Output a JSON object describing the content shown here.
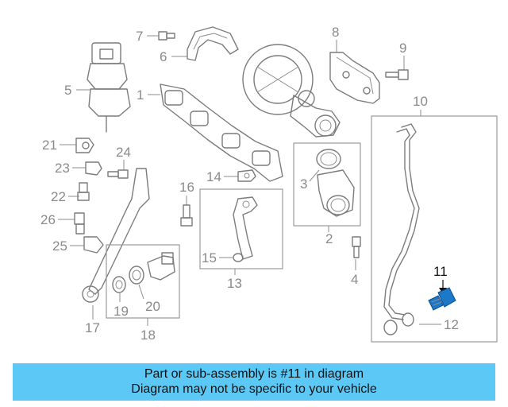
{
  "callouts": {
    "n1": "1",
    "n2": "2",
    "n3": "3",
    "n4": "4",
    "n5": "5",
    "n6": "6",
    "n7": "7",
    "n8": "8",
    "n9": "9",
    "n10": "10",
    "n11": "11",
    "n12": "12",
    "n13": "13",
    "n14": "14",
    "n15": "15",
    "n16": "16",
    "n17": "17",
    "n18": "18",
    "n19": "19",
    "n20": "20",
    "n21": "21",
    "n22": "22",
    "n23": "23",
    "n24": "24",
    "n25": "25",
    "n26": "26"
  },
  "highlight_part": "11",
  "colors": {
    "banner_bg": "#5bc8f5",
    "highlight_part": "#1e78c8",
    "line_art": "#7c7c7c"
  },
  "banner": {
    "line1": "Part or sub-assembly is #11 in diagram",
    "line2": "Diagram may not be specific to your vehicle"
  }
}
